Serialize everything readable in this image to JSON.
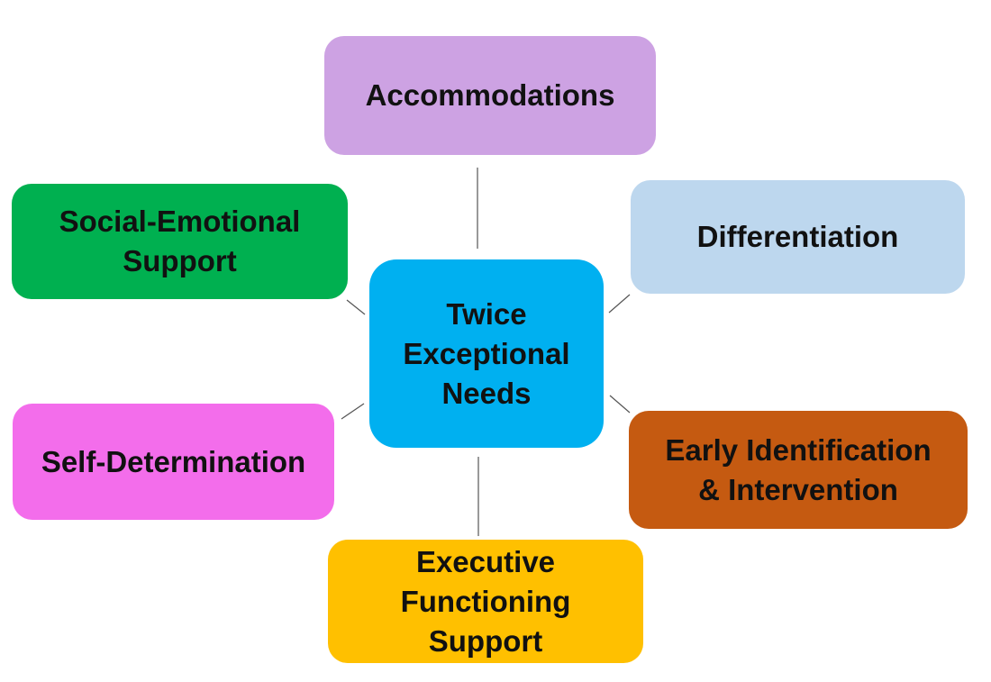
{
  "diagram": {
    "center": {
      "label": "Twice\nExceptional\nNeeds",
      "color": "#00B0F0"
    },
    "nodes": [
      {
        "id": "accommodations",
        "label": "Accommodations",
        "color": "#CDA2E3"
      },
      {
        "id": "differentiation",
        "label": "Differentiation",
        "color": "#BDD7EE"
      },
      {
        "id": "early",
        "label": "Early Identification\n& Intervention",
        "color": "#C55A11"
      },
      {
        "id": "executive",
        "label": "Executive\nFunctioning\nSupport",
        "color": "#FFC000"
      },
      {
        "id": "self",
        "label": "Self-Determination",
        "color": "#F36DEB"
      },
      {
        "id": "social",
        "label": "Social-Emotional\nSupport",
        "color": "#00B050"
      }
    ]
  }
}
